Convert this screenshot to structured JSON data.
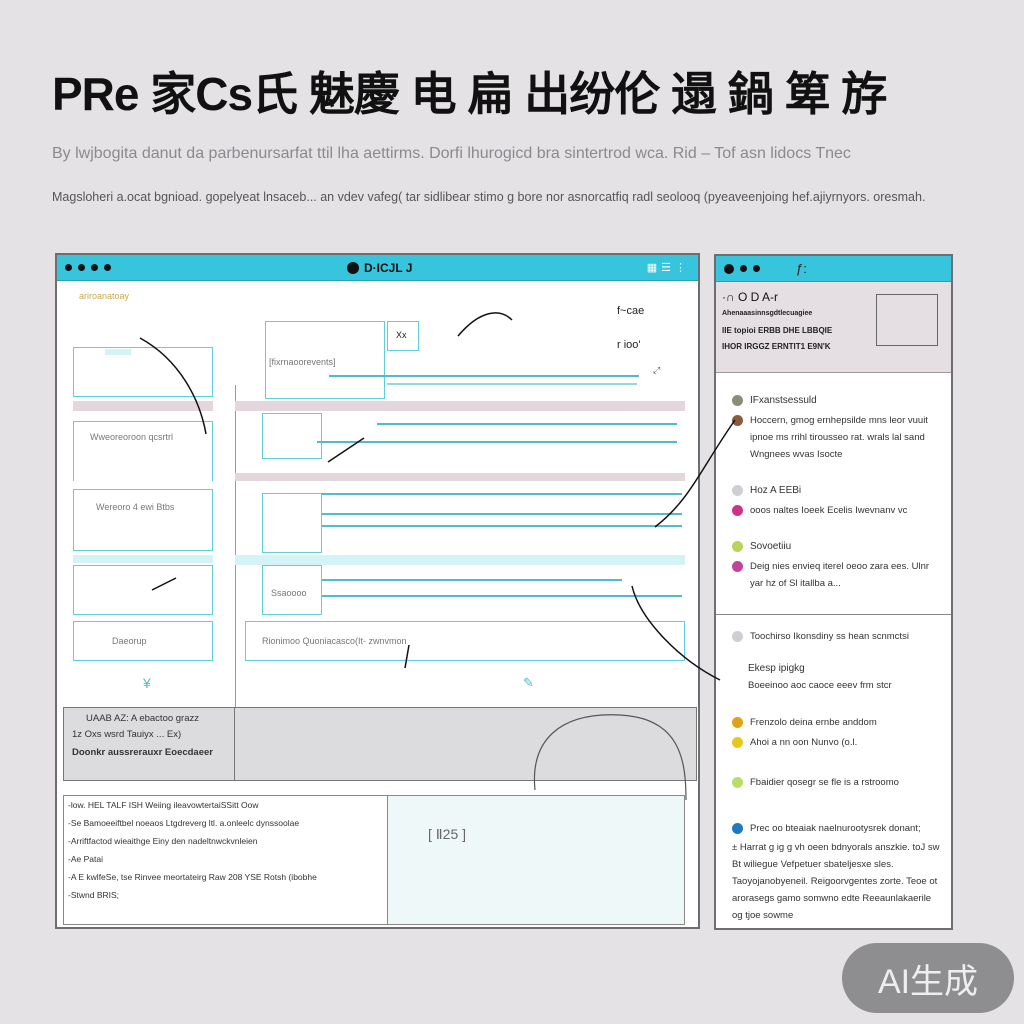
{
  "header": {
    "title": "PRe 家Cs氏 魅慶 电 扁 出纷伦 遢 鍋 箄 斿",
    "subtitle": "By lwjbogita danut da parbenursarfat ttil lha aettirms. Dorfi lhurogicd bra sintertrod wca. Rid – Tof asn lidocs Tnec",
    "description": "Magsloheri a.ocat bgnioad. gopelyeat lnsaceb... an vdev vafeg( tar sidlibear stimo g bore nor asnorcatfiq radl seolooq (pyeaveenjoing hef.ajiyrnyors. oresmah."
  },
  "main_window": {
    "title": "D·ICJL J",
    "title_icon": "app-logo-icon",
    "toolbar_icons": [
      "grid-icon",
      "menu-icon",
      "more-icon"
    ],
    "panels": {
      "left_top_label": "ariroanatoay",
      "left_box_1": "Wweoreoroon qcsrtrl",
      "left_box_2": "Wereoro 4 ewi Btbs",
      "left_button": "Daeorup",
      "center_field": "[fixrnaoorevents]",
      "center_small": "Ssaoooo",
      "center_input": "Rionimoo Quoniacasco(It- zwnvmon",
      "small_btn": "Xx",
      "scribble_1": "f~cae",
      "scribble_2": "r ioo'"
    },
    "info_box": {
      "line1": "UAAB AZ: A ebactoo grazz",
      "line2": "1z Oxs wsrd Tauiyx ... Ex)",
      "line3": "Doonkr aussrerauxr Eoecdaeer"
    },
    "notes": [
      "-low. HEL TALF          ISH Weiing ileavowtertaiSSitt Oow",
      "-Se Bamoeeiftbel noeaos  Ltgdreverg  ltl. a.onleelc dynssoolae",
      "-Arriftfactod wieaithge  Einy den nadeltnwckvnleien",
      "-Ae Patai",
      "-A E kwlfeSe, tse Rinvee  meortateirg Raw 208 YSE Rotsh (ibobhe",
      "-Stwnd BRIS;"
    ],
    "preview_label": "[ Ⅱ25 ]"
  },
  "side_window": {
    "title_icon": "function-icon",
    "header_lines": [
      "·∩ O D A-r",
      "Ahenaaasinnsgdtlecuagiee",
      "lIE topioi ERBB DHE LBBQIE",
      "IHOR IRGGZ ERNTIT1 E9N'K"
    ],
    "items": [
      {
        "icon": "clock-icon",
        "color": "#8c8c7a",
        "title": "IFxanstsessuld",
        "text": ""
      },
      {
        "icon": "user-icon",
        "color": "#8a5a3c",
        "title": "",
        "text": "Hoccern, gmog ernhepsilde mns leor vuuit ipnoe ms rrihl tirousseo rat. wrals lal sand Wngnees wvas Isocte"
      },
      {
        "icon": "info-icon",
        "color": "#cfcfd3",
        "title": "Hoz A EEBi",
        "text": ""
      },
      {
        "icon": "record-icon",
        "color": "#cc3388",
        "title": "",
        "text": "ooos naltes Ioeek Ecelis Iwevnanv vc"
      },
      {
        "icon": "check-icon",
        "color": "#b8d45a",
        "title": "Sovoetiiu",
        "text": ""
      },
      {
        "icon": "cloud-icon",
        "color": "#c0449a",
        "title": "",
        "text": "Deig nies envieq iterel oeoo zara ees. Ulnr yar hz of Sl itallba a..."
      },
      {
        "icon": "help-icon",
        "color": "#cfcfd3",
        "title": "Toochirso Ikonsdiny ss hean scnmctsi",
        "text": ""
      },
      {
        "icon": "",
        "color": "",
        "title": "Ekesp ipigkg",
        "text": "Boeeinoo aoc caoce eeev frm stcr"
      },
      {
        "icon": "warning-icon",
        "color": "#e0a21a",
        "title": "Frenzolo deina ernbe anddom",
        "text": ""
      },
      {
        "icon": "coin-icon",
        "color": "#e8c81e",
        "title": "Ahoi a nn oon Nunvo (o.l.",
        "text": ""
      },
      {
        "icon": "leaf-icon",
        "color": "#b9dd6a",
        "title": "Fbaidier qosegr se fle is a rstroomo",
        "text": ""
      },
      {
        "icon": "book-icon",
        "color": "#1e78c2",
        "title": "Prec oo bteaiak naelnurootysrek donant;",
        "text": "± Harrat g ig g vh oeen bdnyorals anszkie. toJ sw Bt wiliegue Vefpetuer sbateljesxe sles. Taoyojanobyeneil. Reigoorvgentes zorte. Teoe ot arorasegs gamo somwno edte Reeaunlakaerile og tjoe sowme"
      }
    ]
  },
  "watermark": {
    "label": "AI生成"
  },
  "colors": {
    "accent": "#36c5dc",
    "line": "#4fbcc8",
    "pink": "#e3d6dc",
    "frame": "#6e6e72"
  }
}
